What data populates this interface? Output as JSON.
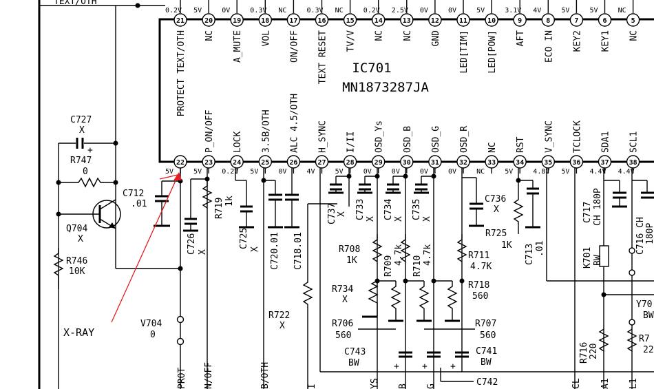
{
  "ic": {
    "ref": "IC701",
    "part": "MN1873287JA",
    "top_pins": [
      {
        "num": "21",
        "label": "PROTECT TEXT/OTH",
        "volt": "0.2V"
      },
      {
        "num": "20",
        "label": "NC",
        "volt": "5V"
      },
      {
        "num": "19",
        "label": "A_MUTE",
        "volt": "0V"
      },
      {
        "num": "18",
        "label": "VOL",
        "volt": "0.3V"
      },
      {
        "num": "17",
        "label": "ON/OFF",
        "volt": "NC"
      },
      {
        "num": "16",
        "label": "TEXT RESET",
        "volt": "0.3V"
      },
      {
        "num": "15",
        "label": "TV/V",
        "volt": "NC"
      },
      {
        "num": "14",
        "label": "NC",
        "volt": "0.2V"
      },
      {
        "num": "13",
        "label": "NC",
        "volt": "2.5V"
      },
      {
        "num": "12",
        "label": "GND",
        "volt": "0V"
      },
      {
        "num": "11",
        "label": "LED[TIM]",
        "volt": "0V"
      },
      {
        "num": "10",
        "label": "LED[POW]",
        "volt": "5V"
      },
      {
        "num": "9",
        "label": "AFT",
        "volt": "3.1V"
      },
      {
        "num": "8",
        "label": "ECO IN",
        "volt": "4V"
      },
      {
        "num": "7",
        "label": "KEY2",
        "volt": "5V"
      },
      {
        "num": "6",
        "label": "KEY1",
        "volt": "5V"
      },
      {
        "num": "5",
        "label": "NC",
        "volt": "NC"
      }
    ],
    "bottom_pins": [
      {
        "num": "22",
        "volt": "5V"
      },
      {
        "num": "23",
        "label": "P_ON/OFF",
        "volt": "5V"
      },
      {
        "num": "24",
        "label": "LOCK",
        "volt": "0.2V"
      },
      {
        "num": "25",
        "label": "3.5B/OTH",
        "volt": "5V"
      },
      {
        "num": "26",
        "label": "ALC 4.5/OTH",
        "volt": "0V"
      },
      {
        "num": "27",
        "label": "H_SYNC",
        "volt": "4V"
      },
      {
        "num": "28",
        "label": "I/II",
        "volt": "5V"
      },
      {
        "num": "29",
        "label": "OSD_Ys",
        "volt": "0V"
      },
      {
        "num": "30",
        "label": "OSD_B",
        "volt": "0V"
      },
      {
        "num": "31",
        "label": "OSD_G",
        "volt": "0V"
      },
      {
        "num": "32",
        "label": "OSD_R",
        "volt": "0V"
      },
      {
        "num": "33",
        "label": "NC",
        "volt": "NC"
      },
      {
        "num": "34",
        "label": "RST",
        "volt": "5V"
      },
      {
        "num": "35",
        "label": "V_SYNC",
        "volt": "4.8V"
      },
      {
        "num": "36",
        "label": "TCLOCK",
        "volt": "5V"
      },
      {
        "num": "37",
        "label": "SDA1",
        "volt": "4.4V"
      },
      {
        "num": "38",
        "label": "SCL1",
        "volt": "4.4V"
      }
    ],
    "top_left_net": "TEXT/OTH"
  },
  "components": {
    "c727": {
      "ref": "C727",
      "val": "X"
    },
    "r747": {
      "ref": "R747",
      "val": "0"
    },
    "q704": {
      "ref": "Q704",
      "val": "X"
    },
    "r746": {
      "ref": "R746",
      "val": "10K"
    },
    "c712": {
      "ref": "C712",
      "val": ".01"
    },
    "v704": {
      "ref": "V704",
      "val": "0"
    },
    "c726": {
      "ref": "C726",
      "val": "X"
    },
    "r719": {
      "ref": "R719",
      "val": "1k"
    },
    "c725": {
      "ref": "C725",
      "val": "X"
    },
    "c720": {
      "label": "C720.01"
    },
    "c718": {
      "label": "C718.01"
    },
    "r722": {
      "ref": "R722",
      "val": "X"
    },
    "c737": {
      "ref": "C737",
      "val": "X"
    },
    "c733": {
      "ref": "C733",
      "val": "X"
    },
    "c734": {
      "ref": "C734",
      "val": "X"
    },
    "c735": {
      "ref": "C735",
      "val": "X"
    },
    "r708": {
      "ref": "R708",
      "val": "1K"
    },
    "r709": {
      "ref": "R709",
      "val": "4.7k"
    },
    "r710": {
      "ref": "R710",
      "val": "4.7k"
    },
    "r734": {
      "ref": "R734",
      "val": "X"
    },
    "r706": {
      "ref": "R706",
      "val": "560"
    },
    "r707": {
      "ref": "R707",
      "val": "560"
    },
    "c743": {
      "ref": "C743",
      "val": "BW"
    },
    "c741": {
      "ref": "C741",
      "val": "BW"
    },
    "c742": {
      "ref": "C742"
    },
    "c736": {
      "ref": "C736",
      "val": "X"
    },
    "r725": {
      "ref": "R725",
      "val": "1K"
    },
    "r711": {
      "ref": "R711",
      "val": "4.7K"
    },
    "r718": {
      "ref": "R718",
      "val": "560"
    },
    "c713": {
      "ref": "C713",
      "val": ".01"
    },
    "c717": {
      "ref": "C717",
      "val": "CH 180P"
    },
    "k701": {
      "ref": "K701",
      "val": "BW"
    },
    "c716": {
      "ref": "C716 CH",
      "val": "180P"
    },
    "r716": {
      "ref": "R716",
      "val": "220"
    },
    "y70": {
      "ref": "Y70",
      "val": "BW"
    },
    "r7": {
      "ref": "R7",
      "val": "22"
    }
  },
  "bottom_nets": [
    "PROT",
    "N/OFF",
    "B/OTH",
    "I",
    "YS",
    "B",
    "G",
    "CL",
    "A1",
    "L1"
  ],
  "annotation": {
    "text": "X-RAY",
    "color": "#e02020"
  }
}
